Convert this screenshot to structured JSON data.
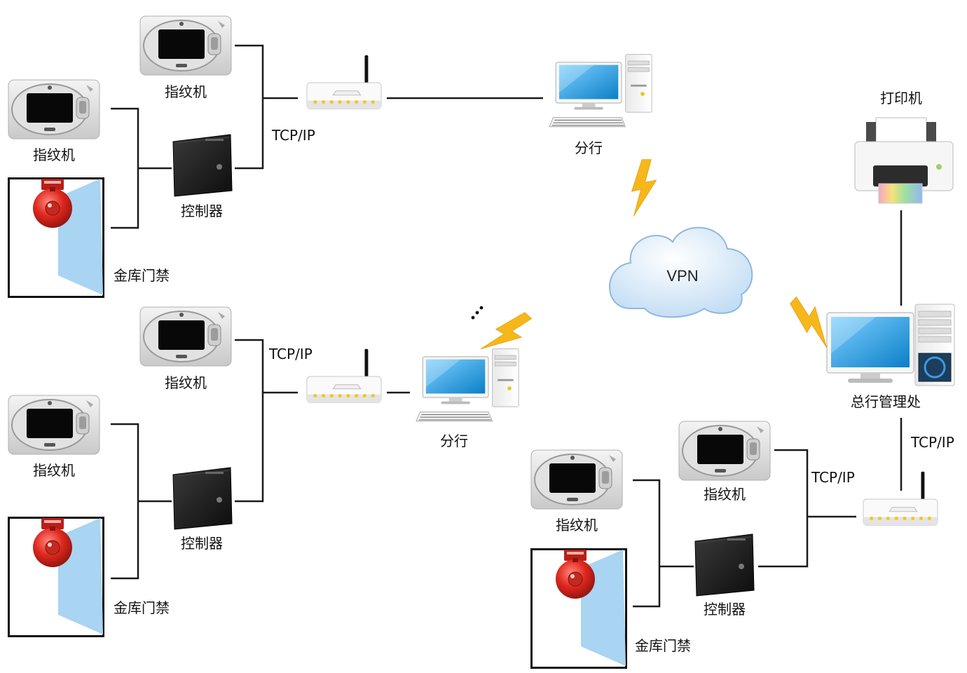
{
  "labels": {
    "fingerprint": "指纹机",
    "controller": "控制器",
    "vault_door": "金库门禁",
    "branch": "分行",
    "hq": "总行管理处",
    "printer": "打印机",
    "tcpip": "TCP/IP",
    "vpn": "VPN"
  },
  "colors": {
    "line": "#1a1a1a",
    "lightning": "#f6b71a",
    "cloud": "#cfe4f7",
    "screen": "#1aa3e8",
    "door": "#a9d4f2",
    "bell": "#d92b21"
  }
}
